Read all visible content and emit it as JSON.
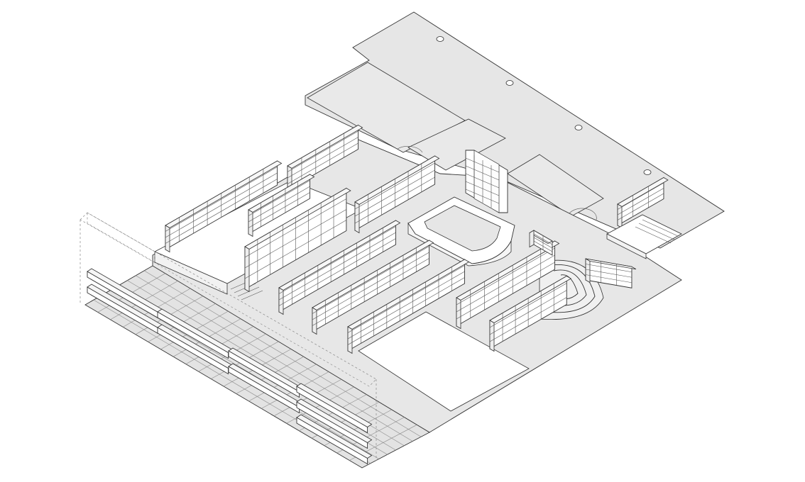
{
  "drawing": {
    "kind": "axonometric-floor-plan",
    "palette": {
      "floor": "#e6e6e6",
      "floor_light": "#eeeeee",
      "white_surface": "#ffffff",
      "line": "#333333",
      "grid": "#8a8a8a",
      "shadow": "#d4d4d4"
    },
    "shelf_rows": 12,
    "columns_shown": 6
  }
}
